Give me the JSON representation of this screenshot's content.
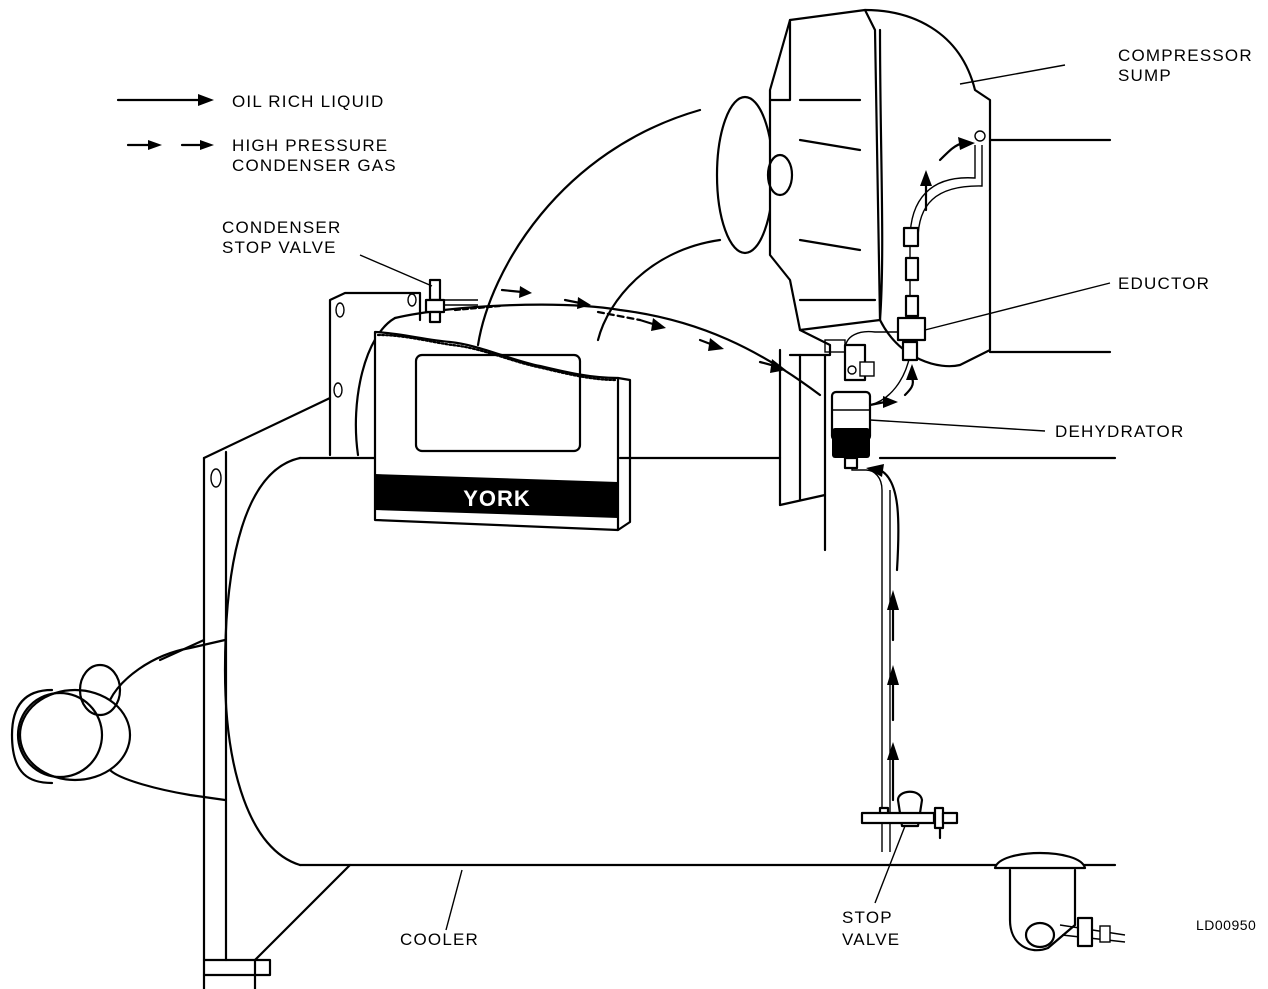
{
  "legend": {
    "solid_label": "OIL RICH LIQUID",
    "dashed_label_1": "HIGH PRESSURE",
    "dashed_label_2": "CONDENSER GAS"
  },
  "labels": {
    "condenser_stop_valve_1": "CONDENSER",
    "condenser_stop_valve_2": "STOP VALVE",
    "compressor_sump_1": "COMPRESSOR",
    "compressor_sump_2": "SUMP",
    "eductor": "EDUCTOR",
    "dehydrator": "DEHYDRATOR",
    "stop_valve_1": "STOP",
    "stop_valve_2": "VALVE",
    "cooler": "COOLER",
    "brand": "YORK"
  },
  "figure_id": "LD00950",
  "colors": {
    "ink": "#000000",
    "paper": "#ffffff"
  }
}
